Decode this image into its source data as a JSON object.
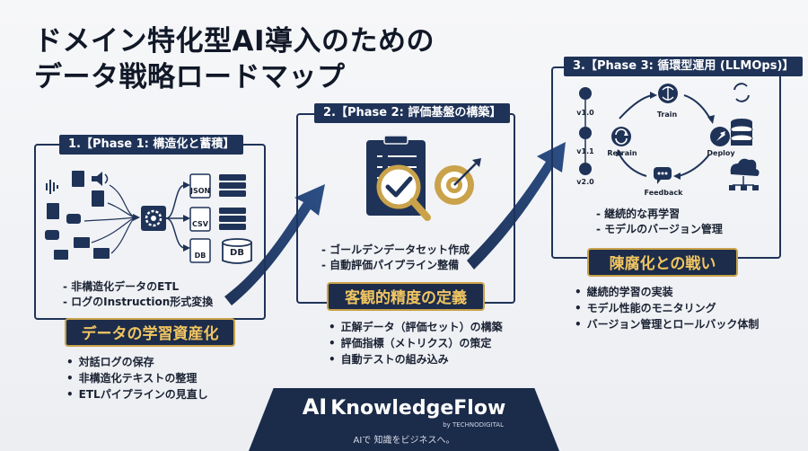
{
  "title": {
    "line1": "ドメイン特化型AI導入のための",
    "line2": "データ戦略ロードマップ"
  },
  "phase1": {
    "label": "1.【Phase 1: 構造化と蓄積】",
    "icons": {
      "json": "JSON",
      "csv": "CSV",
      "db_small": "DB",
      "db": "DB"
    },
    "inline_items": [
      "非構造化データのETL",
      "ログのInstruction形式変換"
    ],
    "banner": "データの学習資産化",
    "bullets": [
      "対話ログの保存",
      "非構造化テキストの整理",
      "ETLパイプラインの見直し"
    ]
  },
  "phase2": {
    "label": "2.【Phase 2: 評価基盤の構築】",
    "inline_items": [
      "ゴールデンデータセット作成",
      "自動評価パイプライン整備"
    ],
    "banner": "客観的精度の定義",
    "bullets": [
      "正解データ（評価セット）の構築",
      "評価指標（メトリクス）の策定",
      "自動テストの組み込み"
    ]
  },
  "phase3": {
    "label": "3.【Phase 3: 循環型運用 (LLMOps)】",
    "cycle": {
      "train": "Train",
      "deploy": "Deploy",
      "feedback": "Feedback",
      "retrain": "Retrain"
    },
    "versions": [
      "v1.0",
      "v1.1",
      "v2.0"
    ],
    "inline_items": [
      "継続的な再学習",
      "モデルのバージョン管理"
    ],
    "banner": "陳腐化との戦い",
    "bullets": [
      "継続的学習の実装",
      "モデル性能のモニタリング",
      "バージョン管理とロールバック体制"
    ]
  },
  "footer": {
    "ai": "AI",
    "brand": "KnowledgeFlow",
    "sub": "by TECHNODIGITAL",
    "tagline": "AIで 知識をビジネスへ。"
  },
  "colors": {
    "navy": "#1f3358",
    "gold": "#c9a24a",
    "gold_text": "#f1c561"
  }
}
